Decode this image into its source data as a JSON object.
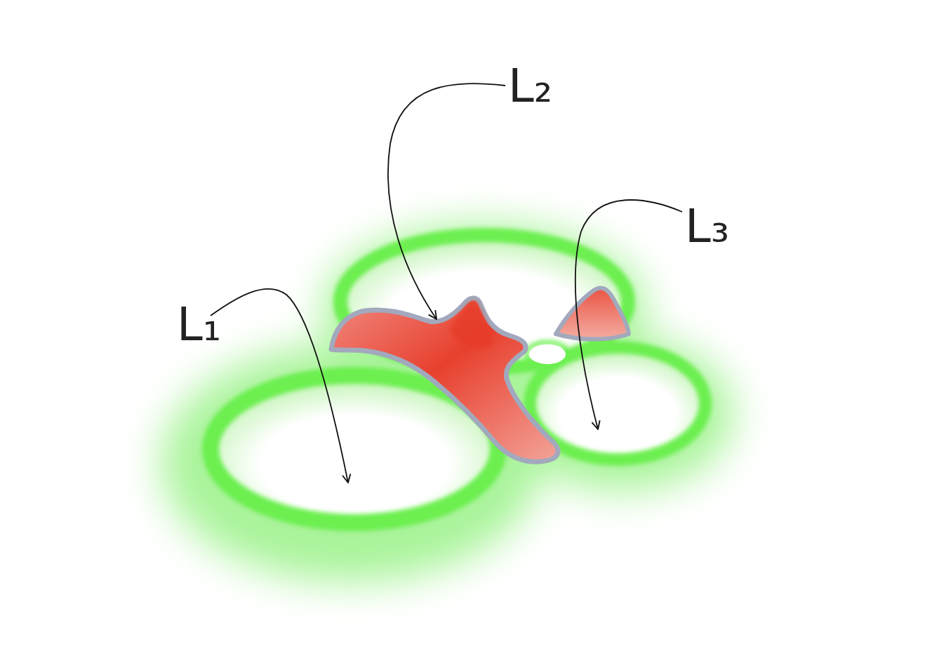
{
  "diagram": {
    "labels": [
      "L₁",
      "L₂",
      "L₃"
    ]
  }
}
